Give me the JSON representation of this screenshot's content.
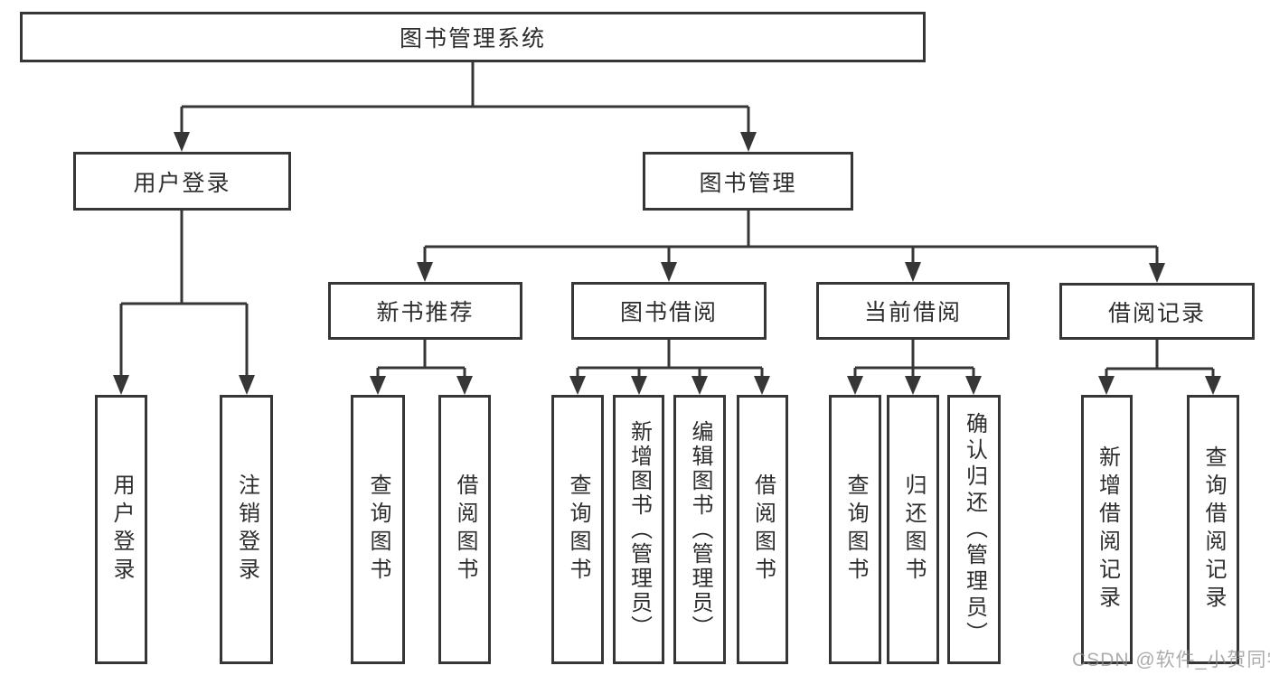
{
  "diagram": {
    "type": "tree",
    "root": {
      "label": "图书管理系统",
      "children": [
        {
          "label": "用户登录",
          "children": [
            {
              "label": "用户登录"
            },
            {
              "label": "注销登录"
            }
          ]
        },
        {
          "label": "图书管理",
          "children": [
            {
              "label": "新书推荐",
              "children": [
                {
                  "label": "查询图书"
                },
                {
                  "label": "借阅图书"
                }
              ]
            },
            {
              "label": "图书借阅",
              "children": [
                {
                  "label": "查询图书"
                },
                {
                  "label": "新增图书（管理员）"
                },
                {
                  "label": "编辑图书（管理员）"
                },
                {
                  "label": "借阅图书"
                }
              ]
            },
            {
              "label": "当前借阅",
              "children": [
                {
                  "label": "查询图书"
                },
                {
                  "label": "归还图书"
                },
                {
                  "label": "确认归还（管理员）"
                }
              ]
            },
            {
              "label": "借阅记录",
              "children": [
                {
                  "label": "新增借阅记录"
                },
                {
                  "label": "查询借阅记录"
                }
              ]
            }
          ]
        }
      ]
    }
  },
  "watermark": {
    "text": "CSDN @软件_小贺同学"
  },
  "colors": {
    "line": "#363636",
    "box_border": "#363636",
    "box_background": "#ffffff",
    "text": "#2d2d2d",
    "watermark": "#8c8c8c",
    "page_background": "#ffffff"
  }
}
